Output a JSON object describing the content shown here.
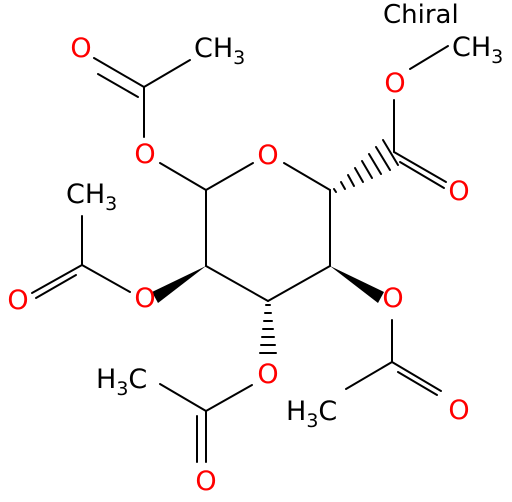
{
  "molecule": {
    "chiral_label": "Chiral",
    "ring_oxygen": "O",
    "ester_carbonyl_oxygen": "O",
    "ester_ether_oxygen": "O",
    "ester_methyl": {
      "main": "CH",
      "sub": "3"
    },
    "oac1": {
      "ester_o": "O",
      "carbonyl_o": "O",
      "methyl": {
        "main": "CH",
        "sub": "3"
      }
    },
    "oac2": {
      "ester_o": "O",
      "carbonyl_o": "O",
      "methyl": {
        "main": "CH",
        "sub": "3"
      }
    },
    "oac3": {
      "ester_o": "O",
      "carbonyl_o": "O",
      "methyl": {
        "pre": "H",
        "sub": "3",
        "post": "C"
      }
    },
    "oac4": {
      "ester_o": "O",
      "carbonyl_o": "O",
      "methyl": {
        "pre": "H",
        "sub": "3",
        "post": "C"
      }
    }
  },
  "colors": {
    "oxygen": "#ff0000",
    "carbon": "#000000",
    "background": "#ffffff"
  }
}
